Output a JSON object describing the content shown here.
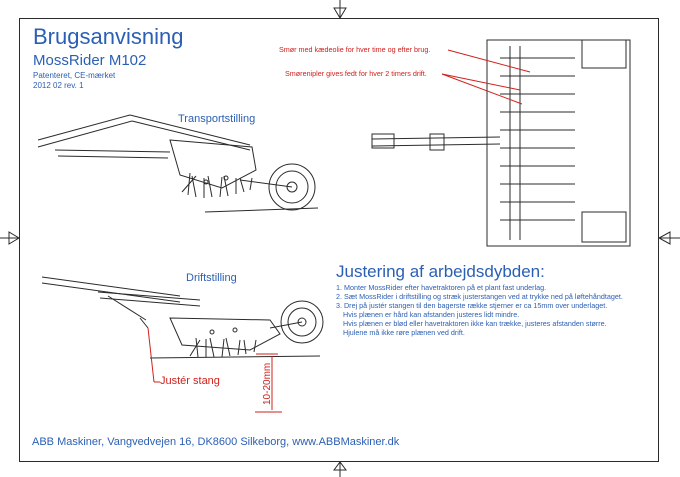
{
  "header": {
    "title": "Brugsanvisning",
    "model": "MossRider M102",
    "patent": "Patenteret, CE-mærket",
    "revision": "2012 02 rev. 1"
  },
  "lubrication_notes": [
    "Smør med kædeolie for hver time og efter brug.",
    "Smørenipler gives fedt for hver 2 timers drift."
  ],
  "views": {
    "transport": "Transportstilling",
    "operation": "Driftstilling"
  },
  "adjust_label": "Justér stang",
  "depth_label": "10-20mm",
  "adjustment": {
    "heading": "Justering af arbejdsdybden:",
    "lines": [
      "1. Monter MossRider efter havetraktoren på et plant fast underlag.",
      "2. Sæt MossRider i driftstilling og stræk justerstangen ved at trykke ned på løftehåndtaget.",
      "3. Drej på justér stangen til den bagerste række stjerner er ca 15mm over underlaget.",
      "Hvis plænen er hård kan afstanden justeres lidt mindre.",
      "Hvis plænen er blød eller havetraktoren ikke kan trække, justeres afstanden større.",
      "Hjulene må ikke røre plænen ved drift."
    ]
  },
  "footer": "ABB Maskiner, Vangvedvejen 16, DK8600 Silkeborg, www.ABBMaskiner.dk",
  "colors": {
    "text_blue": "#2b5fb3",
    "note_red": "#d0211c",
    "line": "#2b2b2b"
  }
}
